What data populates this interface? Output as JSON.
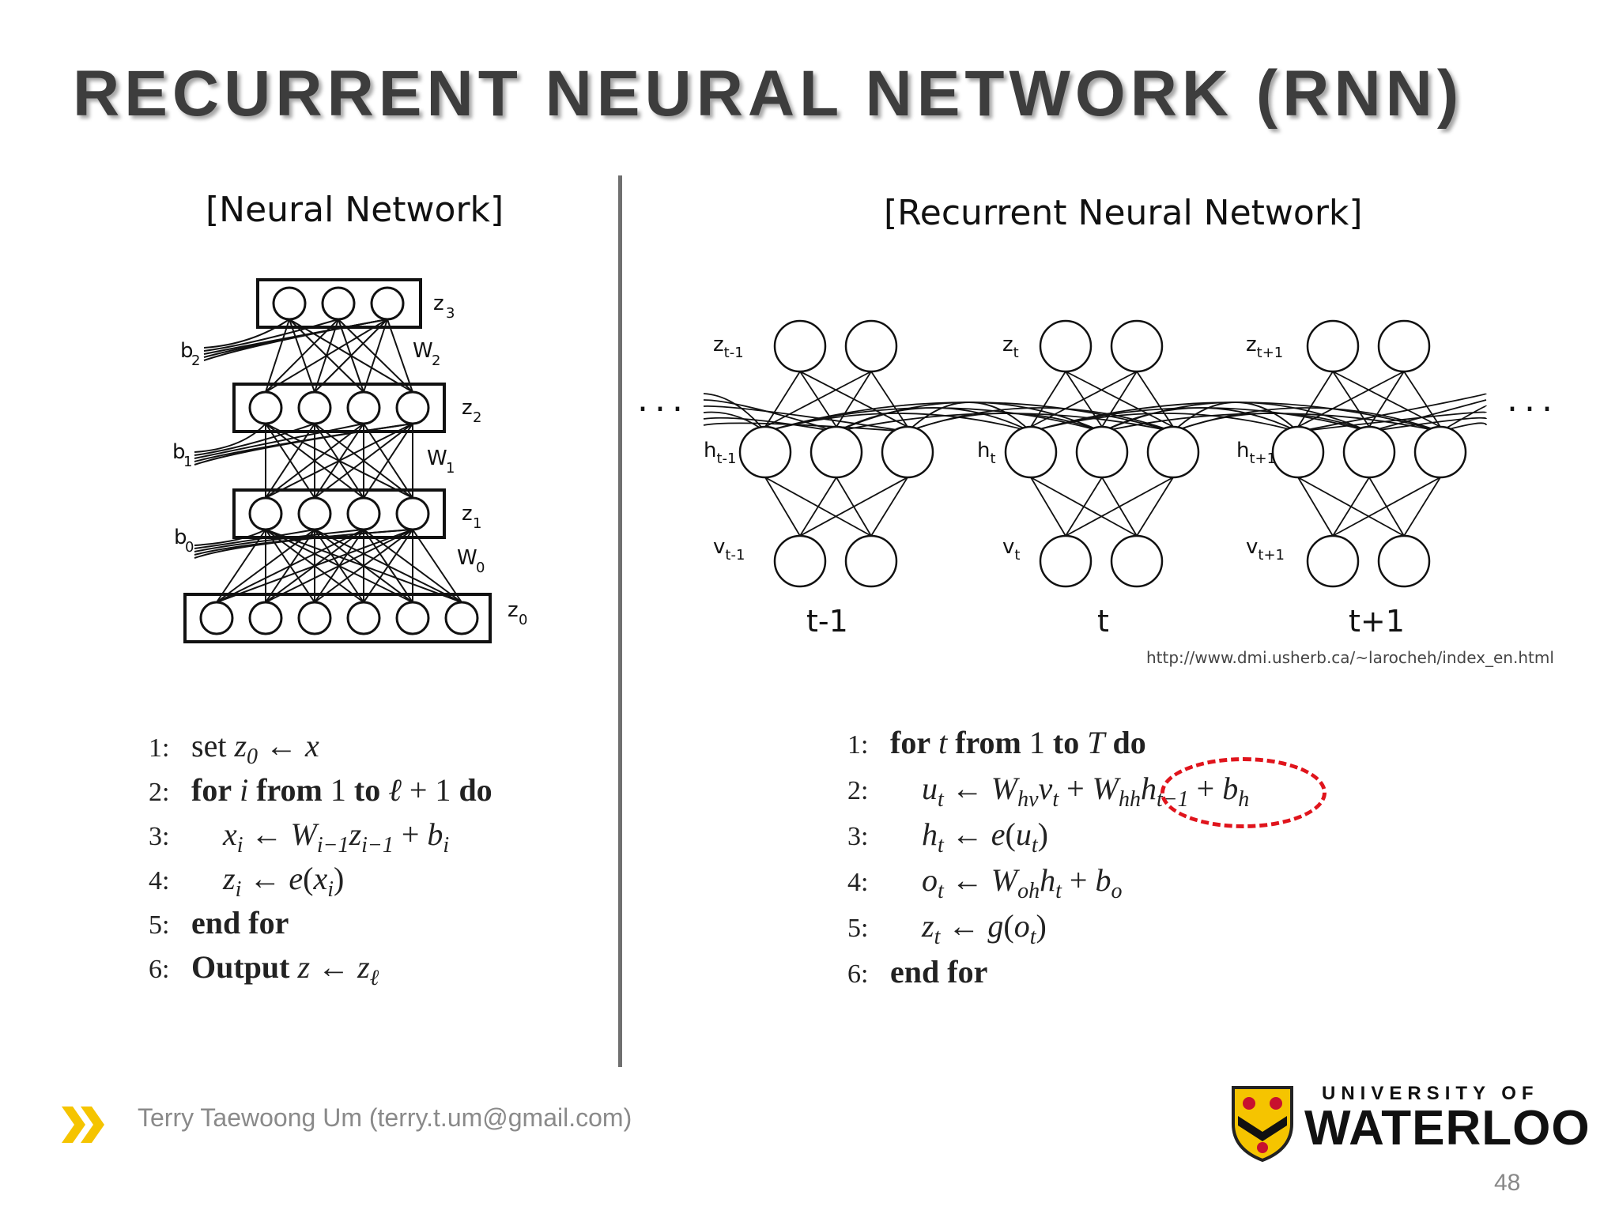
{
  "slide": {
    "title": "RECURRENT NEURAL NETWORK (RNN)",
    "page_number": "48"
  },
  "left": {
    "subtitle": "[Neural Network]",
    "labels": {
      "z3": "z",
      "z3s": "3",
      "z2": "z",
      "z2s": "2",
      "z1": "z",
      "z1s": "1",
      "z0": "z",
      "z0s": "0",
      "w2": "W",
      "w2s": "2",
      "w1": "W",
      "w1s": "1",
      "w0": "W",
      "w0s": "0",
      "b2": "b",
      "b2s": "2",
      "b1": "b",
      "b1s": "1",
      "b0": "b",
      "b0s": "0"
    },
    "algorithm": [
      {
        "num": "1:",
        "kw": "",
        "text": "set z₀ ← x"
      },
      {
        "num": "2:",
        "kw": "for",
        "text": "i",
        "kw2": "from",
        "text2": "1",
        "kw3": "to",
        "text3": "ℓ + 1",
        "kw4": "do"
      },
      {
        "num": "3:",
        "text": "xᵢ ← Wᵢ₋₁zᵢ₋₁ + bᵢ"
      },
      {
        "num": "4:",
        "text": "zᵢ ← e(xᵢ)"
      },
      {
        "num": "5:",
        "kw": "end for"
      },
      {
        "num": "6:",
        "kw": "Output",
        "text": "z ← z_ℓ"
      }
    ]
  },
  "right": {
    "subtitle": "[Recurrent Neural Network]",
    "ellipsis": "...",
    "time_labels": [
      "t-1",
      "t",
      "t+1"
    ],
    "node_labels": {
      "z": [
        "z",
        "z",
        "z"
      ],
      "z_sub": [
        "t-1",
        "t",
        "t+1"
      ],
      "h": [
        "h",
        "h",
        "h"
      ],
      "h_sub": [
        "t-1",
        "t",
        "t+1"
      ],
      "v": [
        "v",
        "v",
        "v"
      ],
      "v_sub": [
        "t-1",
        "t",
        "t+1"
      ]
    },
    "url": "http://www.dmi.usherb.ca/~larocheh/index_en.html",
    "algorithm_nums": [
      "1:",
      "2:",
      "3:",
      "4:",
      "5:",
      "6:"
    ],
    "algo_kw": {
      "for": "for",
      "from": "from",
      "to": "to",
      "do": "do",
      "end_for": "end for"
    }
  },
  "footer": {
    "author": "Terry Taewoong Um (terry.t.um@gmail.com)",
    "university_top": "UNIVERSITY OF",
    "university_main": "WATERLOO"
  },
  "colors": {
    "accent": "#f5c400",
    "highlight": "#e0141c",
    "title": "#3d3d3d"
  }
}
